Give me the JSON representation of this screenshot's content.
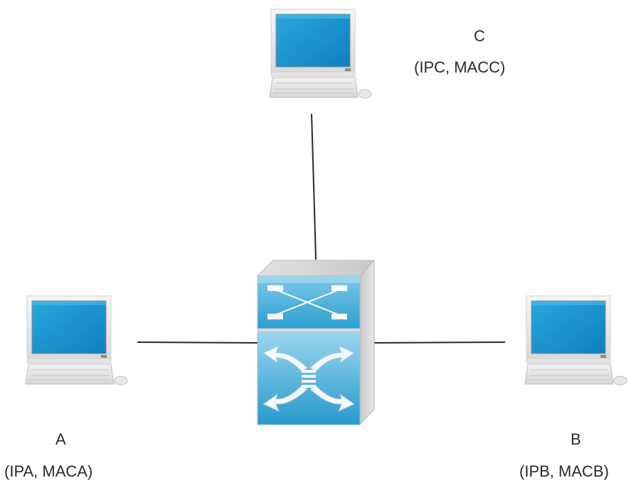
{
  "nodes": [
    {
      "id": "C",
      "name": "C",
      "address": "(IPC, MACC)",
      "icon": "computer-icon"
    },
    {
      "id": "A",
      "name": "A",
      "address": "(IPA, MACA)",
      "icon": "computer-icon"
    },
    {
      "id": "B",
      "name": "B",
      "address": "(IPB, MACB)",
      "icon": "computer-icon"
    }
  ],
  "hub": {
    "icon": "switch-icon"
  },
  "links": [
    {
      "from": "C",
      "to": "switch"
    },
    {
      "from": "A",
      "to": "switch"
    },
    {
      "from": "B",
      "to": "switch"
    }
  ],
  "colors": {
    "screen": "#1c95cf",
    "screen_frame": "#f2f2f2",
    "line": "#2b2b2b",
    "switch_face": "#3aaad6",
    "text": "#2a2a2a"
  }
}
